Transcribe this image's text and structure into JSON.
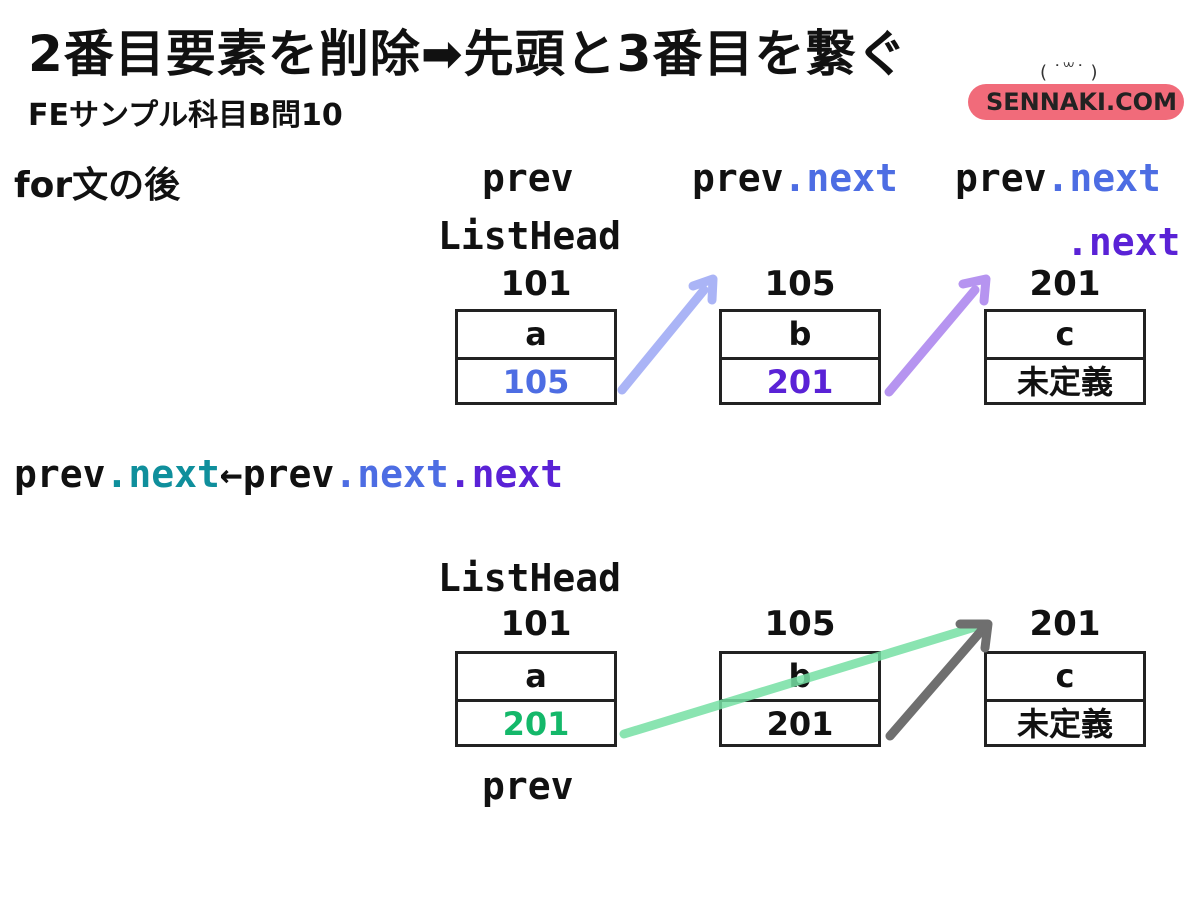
{
  "title": "2番目要素を削除➡先頭と3番目を繋ぐ",
  "subtitle": "FEサンプル科目B問10",
  "logo": {
    "text": "SENNAKI.COM",
    "face": "( ˙꒳˙ )"
  },
  "colors": {
    "blue": "#4d6de3",
    "violet": "#5a22d6",
    "teal": "#0f8f9c",
    "green": "#14b86a",
    "logo_stripe": "#ef5b6b"
  },
  "top_diagram": {
    "section_label": "for文の後",
    "pointer_labels": {
      "prev": "prev",
      "prev_next": {
        "base": "prev",
        "suffix": ".next"
      },
      "prev_next_next": {
        "base": "prev",
        "suffix": ".next",
        "line2": ".next"
      }
    },
    "list_head": "ListHead",
    "nodes": [
      {
        "address": "101",
        "value": "a",
        "next": "105"
      },
      {
        "address": "105",
        "value": "b",
        "next": "201"
      },
      {
        "address": "201",
        "value": "c",
        "next": "未定義"
      }
    ]
  },
  "statement": {
    "lhs_base": "prev",
    "lhs_suffix": ".next",
    "arrow": "←",
    "rhs_base": "prev",
    "rhs_next1": ".next",
    "rhs_next2": ".next"
  },
  "bottom_diagram": {
    "list_head": "ListHead",
    "nodes": [
      {
        "address": "101",
        "value": "a",
        "next": "201"
      },
      {
        "address": "105",
        "value": "b",
        "next": "201"
      },
      {
        "address": "201",
        "value": "c",
        "next": "未定義"
      }
    ],
    "pointer_label": "prev"
  }
}
